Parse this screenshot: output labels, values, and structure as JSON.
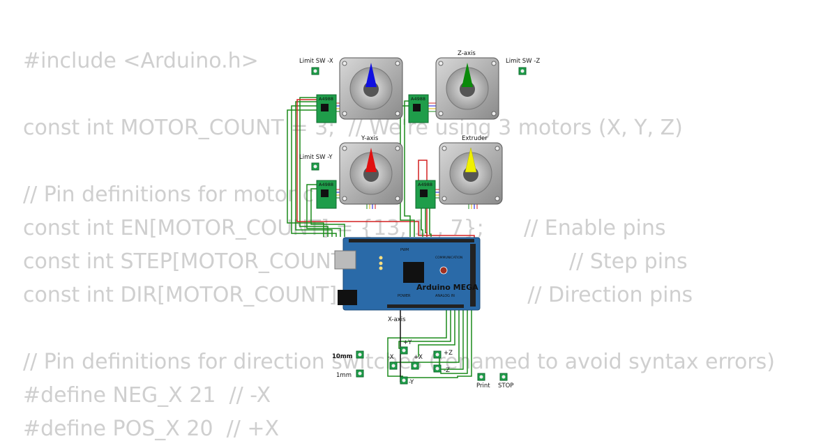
{
  "code_lines": [
    "#include <Arduino.h>",
    "",
    "const int MOTOR_COUNT = 3;  // We're using 3 motors (X, Y, Z)",
    "",
    "// Pin definitions for motor c",
    "const int EN[MOTOR_COUNT] = {13, 1_, 7};      // Enable pins",
    "const int STEP[MOTOR_COUNT] = {                          // Step pins",
    "const int DIR[MOTOR_COUNT] = {                      // Direction pins",
    "",
    "// Pin definitions for direction switches (renamed to avoid syntax errors)",
    "#define NEG_X 21  // -X",
    "#define POS_X 20  // +X"
  ],
  "labels": {
    "limit_sw_x": "Limit SW -X",
    "limit_sw_y": "Limit SW -Y",
    "limit_sw_z": "Limit SW -Z",
    "z_axis": "Z-axis",
    "y_axis": "Y-axis",
    "x_axis": "X-axis",
    "extruder": "Extruder",
    "driver": "A4988",
    "board": "Arduino MEGA",
    "pwm": "PWM",
    "power": "POWER",
    "analog_in": "ANALOG IN",
    "communication": "COMMUNICATION",
    "btn_10mm": "10mm",
    "btn_1mm": "1mm",
    "btn_plus_y": "+Y",
    "btn_minus_x": "-X",
    "btn_plus_x": "+X",
    "btn_plus_z": "+Z",
    "btn_minus_z": "-Z",
    "btn_minus_y": "-Y",
    "btn_print": "Print",
    "btn_stop": "STOP"
  },
  "colors": {
    "code_text": "#cfcfcf",
    "board": "#2a6aa8",
    "driver": "#1f9d4a",
    "wire_green": "#1a8a1a",
    "wire_red": "#d42020",
    "needle_x": "#1010e0",
    "needle_z": "#0a8a0a",
    "needle_y": "#e01010",
    "needle_e": "#f0f000"
  }
}
